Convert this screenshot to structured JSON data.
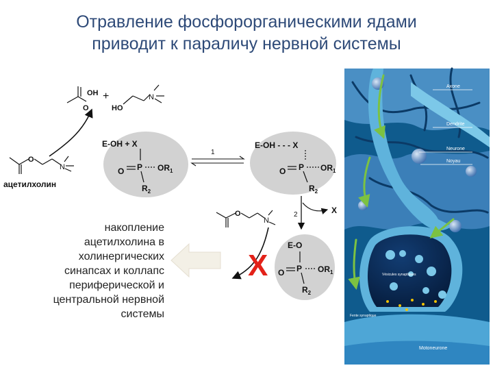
{
  "title_line1": "Отравление фосфорорганическими ядами",
  "title_line2": "приводит к параличу нервной системы",
  "caption_lines": [
    "накопление",
    "ацетилхолина в",
    "холинергических",
    "синапсах и коллапс",
    "периферической и",
    "центральной нервной",
    "системы"
  ],
  "chem": {
    "acetylcholine_label": "ацетилхолин",
    "acid_oh": "OH",
    "acid_o": "O",
    "plus": "+",
    "choline_ho": "HO",
    "choline_n": "N",
    "ach_o": "O",
    "ach_n": "N",
    "complex1": {
      "top": "E-OH + X",
      "p": "P",
      "or1": "OR",
      "or1_sub": "1",
      "o": "O",
      "r2": "R",
      "r2_sub": "2"
    },
    "complex2": {
      "top": "E-OH - - - X",
      "p": "P",
      "or1": "OR",
      "or1_sub": "1",
      "o": "O",
      "r2": "R",
      "r2_sub": "2"
    },
    "complex3": {
      "top": "E-O",
      "p": "P",
      "or1": "OR",
      "or1_sub": "1",
      "o": "O",
      "r2": "R",
      "r2_sub": "2"
    },
    "step1": "1",
    "step2": "2",
    "leaving_x": "X",
    "blocked_mark": "X"
  },
  "neuro_labels": {
    "axone": "Axone",
    "dendrite": "Dendrite",
    "neurone": "Neurone",
    "noyau": "Noyau",
    "vesicules": "Vésicules synaptiques",
    "fente": "Fente synaptique",
    "motoneurone": "Motoneurone"
  },
  "colors": {
    "title": "#2e4a78",
    "blob": "#d2d2d2",
    "blocked": "#e32219",
    "arrow_fill": "#f3f0e6",
    "panel_bg": "#0f5b8d",
    "neuron": "#5fb3dc"
  }
}
